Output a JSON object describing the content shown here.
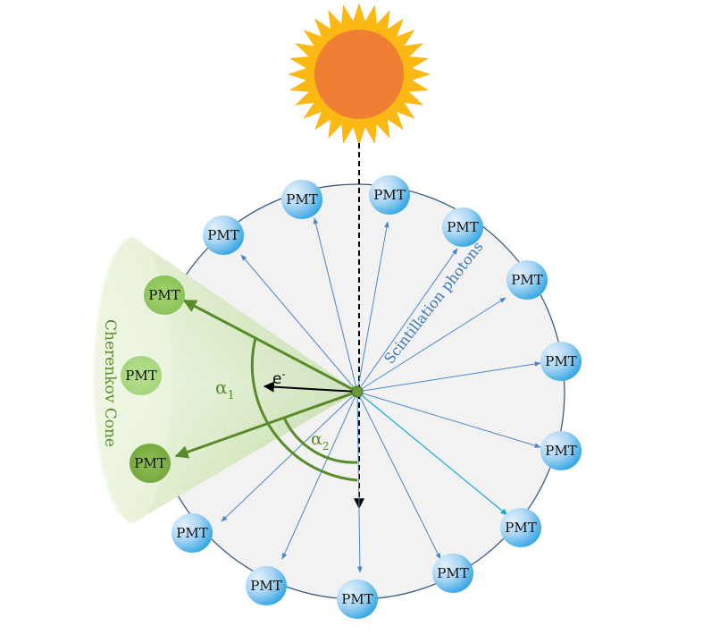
{
  "diagram": {
    "pmt_label": "PMT",
    "electron_label": "e",
    "electron_sup": "-",
    "alpha1": "α",
    "alpha1_sub": "1",
    "alpha2": "α",
    "alpha2_sub": "2",
    "cone_label": "Cherenkov  Cone",
    "scint_label": "Scintillation  photons",
    "colors": {
      "sun_core": "#ef7f32",
      "sun_rays": "#fdb913",
      "green_track": "#5a8a2a",
      "blue_arrow": "#4a86c8",
      "circle_fill": "#f2f2f2",
      "circle_stroke": "#3c5c7c",
      "pmt_blue": "#2ea8e8",
      "pmt_green": "#8cc050"
    }
  }
}
